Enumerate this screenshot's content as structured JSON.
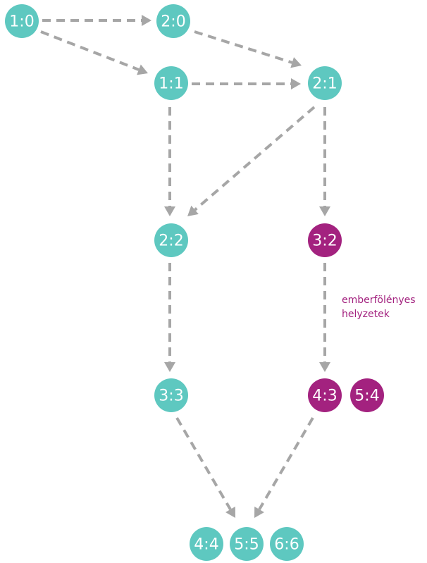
{
  "colors": {
    "teal": "#5ec8c0",
    "purple": "#a3227f",
    "arrow": "#a6a6a6"
  },
  "nodes": [
    {
      "id": "n10",
      "label": "1:0",
      "color": "teal"
    },
    {
      "id": "n20",
      "label": "2:0",
      "color": "teal"
    },
    {
      "id": "n11",
      "label": "1:1",
      "color": "teal"
    },
    {
      "id": "n21",
      "label": "2:1",
      "color": "teal"
    },
    {
      "id": "n22",
      "label": "2:2",
      "color": "teal"
    },
    {
      "id": "n32",
      "label": "3:2",
      "color": "purple"
    },
    {
      "id": "n33",
      "label": "3:3",
      "color": "teal"
    },
    {
      "id": "n43",
      "label": "4:3",
      "color": "purple"
    },
    {
      "id": "n54",
      "label": "5:4",
      "color": "purple"
    },
    {
      "id": "n44",
      "label": "4:4",
      "color": "teal"
    },
    {
      "id": "n55",
      "label": "5:5",
      "color": "teal"
    },
    {
      "id": "n66",
      "label": "6:6",
      "color": "teal"
    }
  ],
  "edges": [
    {
      "from": "n10",
      "to": "n20"
    },
    {
      "from": "n10",
      "to": "n11"
    },
    {
      "from": "n20",
      "to": "n21"
    },
    {
      "from": "n11",
      "to": "n21"
    },
    {
      "from": "n11",
      "to": "n22"
    },
    {
      "from": "n21",
      "to": "n22"
    },
    {
      "from": "n21",
      "to": "n32"
    },
    {
      "from": "n22",
      "to": "n33"
    },
    {
      "from": "n32",
      "to": "n43"
    },
    {
      "from": "n33",
      "to": "n55"
    },
    {
      "from": "n43",
      "to": "n55"
    }
  ],
  "annotation": {
    "line1": "emberfölényes",
    "line2": "helyzetek"
  }
}
